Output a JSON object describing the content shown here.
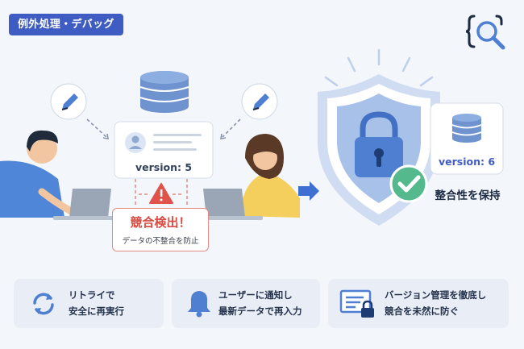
{
  "header": {
    "tag": "例外処理・デバッグ",
    "logo_icon": "code-search-icon"
  },
  "diagram": {
    "left_record": {
      "version": "version: 5"
    },
    "right_record": {
      "version": "version: 6"
    },
    "conflict": {
      "title": "競合検出！",
      "subtitle": "データの不整合を防止"
    },
    "keep_label": "整合性を保持",
    "icons": {
      "database": "database-icon",
      "edit": "pencil-icon",
      "warning": "warning-icon",
      "shield": "shield-lock-icon",
      "check": "check-icon",
      "arrow": "arrow-right-icon"
    }
  },
  "tips": [
    {
      "icon": "refresh-icon",
      "line1": "リトライで",
      "line2": "安全に再実行"
    },
    {
      "icon": "bell-icon",
      "line1": "ユーザーに通知し",
      "line2": "最新データで再入力"
    },
    {
      "icon": "document-lock-icon",
      "line1": "バージョン管理を徹底し",
      "line2": "競合を未然に防ぐ"
    }
  ],
  "colors": {
    "accent": "#3f5cc2",
    "shield": "#5a86d6",
    "danger": "#d64a42",
    "success": "#55b98e"
  }
}
